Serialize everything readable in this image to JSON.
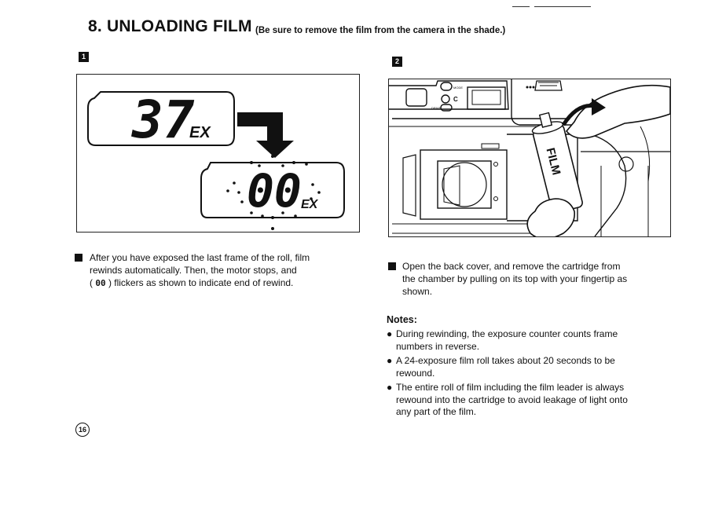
{
  "heading": {
    "title": "8. UNLOADING FILM",
    "subtitle": "(Be sure to remove the film from the camera in the shade.)"
  },
  "step1": {
    "marker": "1",
    "counter_before": "37",
    "counter_before_suffix": "EX",
    "counter_after": "00",
    "counter_after_suffix": "EX",
    "text_lines": [
      "After you have exposed the last frame of the roll, film",
      "rewinds automatically. Then, the motor stops, and"
    ],
    "text_line3_open": "(",
    "text_line3_symbol": "00",
    "text_line3_rest": ") flickers as shown to indicate end of rewind."
  },
  "step2": {
    "marker": "2",
    "cartridge_label": "FILM",
    "camera_labels": [
      "MODE",
      "DRIVE",
      "C"
    ],
    "text_lines": [
      "Open the back cover, and remove the cartridge from",
      "the chamber by pulling on its top with your fingertip as",
      "shown."
    ]
  },
  "notes": {
    "title": "Notes:",
    "items": [
      {
        "line1": "During rewinding, the exposure counter counts frame",
        "line2": "numbers in reverse.",
        "line3": ""
      },
      {
        "line1": "A 24-exposure film roll takes about 20 seconds to be",
        "line2": "rewound.",
        "line3": ""
      },
      {
        "line1": "The entire roll of film including the film leader is always",
        "line2": "rewound into the cartridge to avoid leakage of light onto",
        "line3": "any part of the film."
      }
    ]
  },
  "page_number": "16"
}
